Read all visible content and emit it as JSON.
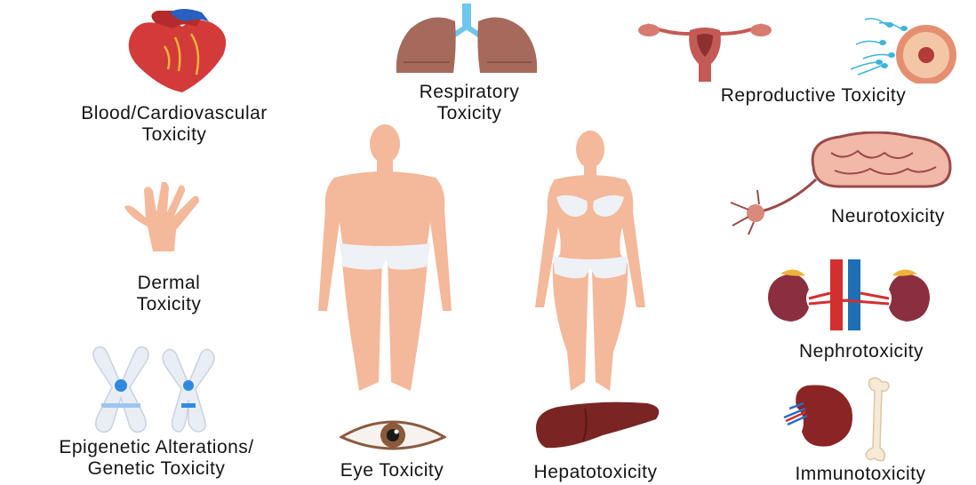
{
  "labels": {
    "blood_cardio": [
      "Blood/Cardiovascular",
      "Toxicity"
    ],
    "respiratory": [
      "Respiratory",
      "Toxicity"
    ],
    "reproductive": "Reproductive Toxicity",
    "neuro": "Neurotoxicity",
    "dermal": [
      "Dermal",
      "Toxicity"
    ],
    "nephro": "Nephrotoxicity",
    "epigenetic": [
      "Epigenetic Alterations/",
      "Genetic Toxicity"
    ],
    "eye": "Eye Toxicity",
    "hepato": "Hepatotoxicity",
    "immuno": "Immunotoxicity"
  },
  "icons": [
    "heart-icon",
    "lungs-icon",
    "uterus-icon",
    "sperm-egg-icon",
    "brain-icon",
    "neuron-icon",
    "hand-icon",
    "kidneys-icon",
    "chromosome-icon",
    "eye-icon",
    "liver-icon",
    "spleen-icon",
    "bone-icon",
    "male-body-icon",
    "female-body-icon"
  ],
  "colors": {
    "skin": "#f4b89a",
    "organ_red": "#d4463f",
    "organ_dark": "#8b2f2f",
    "vein_blue": "#2a6fc9",
    "underwear": "#eef1f5"
  }
}
